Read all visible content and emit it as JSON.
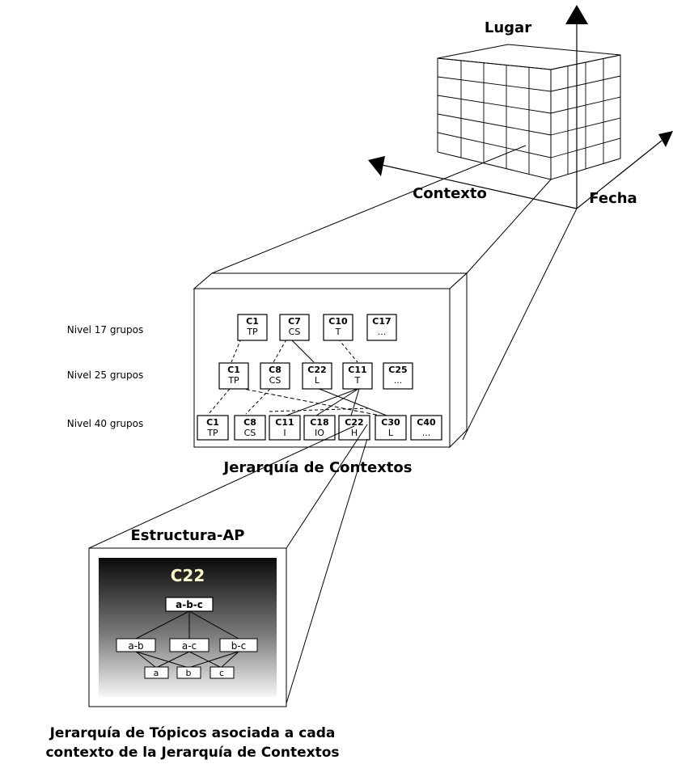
{
  "cube": {
    "axis_up_label": "Lugar",
    "axis_left_label": "Contexto",
    "axis_right_label": "Fecha"
  },
  "hierarchy": {
    "caption": "Jerarquía de Contextos",
    "levels": [
      {
        "label": "Nivel 17 grupos",
        "nodes": [
          {
            "id": "C1",
            "sub": "TP"
          },
          {
            "id": "C7",
            "sub": "CS"
          },
          {
            "id": "C10",
            "sub": "T"
          },
          {
            "id": "C17",
            "sub": "..."
          }
        ]
      },
      {
        "label": "Nivel 25 grupos",
        "nodes": [
          {
            "id": "C1",
            "sub": "TP"
          },
          {
            "id": "C8",
            "sub": "CS"
          },
          {
            "id": "C22",
            "sub": "L"
          },
          {
            "id": "C11",
            "sub": "T"
          },
          {
            "id": "C25",
            "sub": "..."
          }
        ]
      },
      {
        "label": "Nivel 40 grupos",
        "nodes": [
          {
            "id": "C1",
            "sub": "TP"
          },
          {
            "id": "C8",
            "sub": "CS"
          },
          {
            "id": "C11",
            "sub": "I"
          },
          {
            "id": "C18",
            "sub": "IO"
          },
          {
            "id": "C22",
            "sub": "H"
          },
          {
            "id": "C30",
            "sub": "L"
          },
          {
            "id": "C40",
            "sub": "..."
          }
        ]
      }
    ]
  },
  "ap": {
    "title": "Estructura-AP",
    "context_label": "C22",
    "top_node": "a-b-c",
    "mid_nodes": [
      "a-b",
      "a-c",
      "b-c"
    ],
    "leaf_nodes": [
      "a",
      "b",
      "c"
    ],
    "caption_line1": "Jerarquía de Tópicos asociada a cada",
    "caption_line2": "contexto de la Jerarquía de Contextos"
  }
}
